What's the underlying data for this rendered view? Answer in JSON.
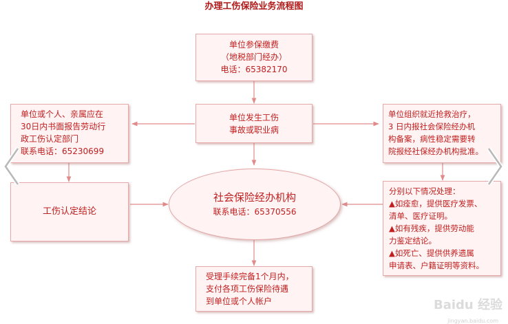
{
  "title": "办理工伤保险业务流程图",
  "nodes": {
    "pay": {
      "lines": [
        "单位参保缴费",
        "（地税部门经办）",
        "电话：65382170"
      ]
    },
    "injury": {
      "lines": [
        "单位发生工伤",
        "事故或职业病"
      ]
    },
    "report": {
      "lines": [
        "单位或个人、亲属应在",
        "30日内书面报告劳动行",
        "政工伤认定部门",
        "联系电话：65230699"
      ]
    },
    "treat": {
      "lines": [
        "单位组织就近抢救治疗，",
        "3 日内报社会保险经办机",
        "构备案，病性稳定需要转",
        "院报经社保经办机构批准。"
      ]
    },
    "conclusion": {
      "lines": [
        "工伤认定结论"
      ]
    },
    "agency": {
      "lines": [
        "社会保险经办机构",
        "联系电话：65370556"
      ]
    },
    "cases": {
      "lines": [
        "分别以下情况处理：",
        "▲如痊愈，提供医疗发票、",
        "清单、医疗证明。",
        "▲如有残疾，提供劳动能",
        "力鉴定结论。",
        "▲如死亡、提供供养遗属",
        "申请表、户籍证明等资料。"
      ]
    },
    "payout": {
      "lines": [
        "受理手续完备1个月内，",
        "支付各项工伤保险待遇",
        "到单位或个人帐户"
      ]
    }
  },
  "watermark": {
    "text": "Baidu 经验",
    "sub": "jingyan.baidu.com"
  },
  "colors": {
    "text": "#c01f1f",
    "box_fill": "#fff3f3",
    "box_border": "#e6a9a9",
    "arrow": "#e08a8a"
  }
}
